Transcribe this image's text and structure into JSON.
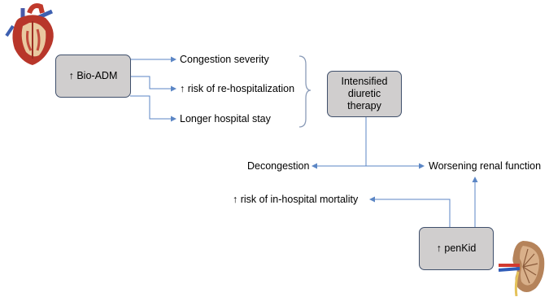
{
  "nodes": {
    "bioadm": "↑ Bio-ADM",
    "intensified": [
      "Intensified",
      "diuretic",
      "therapy"
    ],
    "penkid": "↑ penKid"
  },
  "outcomes": {
    "congestion": "Congestion severity",
    "rehosp": "↑ risk of re-hospitalization",
    "longer_stay": "Longer hospital stay",
    "decongestion": "Decongestion",
    "worsening_renal": "Worsening renal function",
    "mortality": "↑ risk of in-hospital mortality"
  },
  "icons": {
    "heart": "heart-illustration",
    "kidney": "kidney-illustration"
  },
  "colors": {
    "box_fill": "#d0cece",
    "box_border": "#3f4f6b",
    "arrow": "#5b86c5",
    "bracket": "#8a9bb8"
  }
}
